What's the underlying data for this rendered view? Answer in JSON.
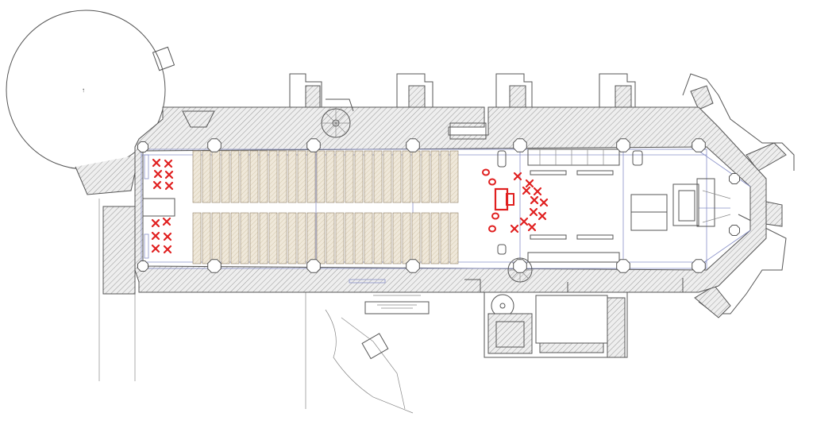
{
  "drawing": {
    "type": "church-floor-plan",
    "annotation_color": "#e02020",
    "line_color": "#555555",
    "grid_color": "#8890c8",
    "pew_color": "#d8cdb8"
  },
  "annotations": {
    "x_marks_west_count": 12,
    "x_marks_altar_count": 11,
    "circle_marks_count": 4,
    "altar_symbol_count": 1
  }
}
